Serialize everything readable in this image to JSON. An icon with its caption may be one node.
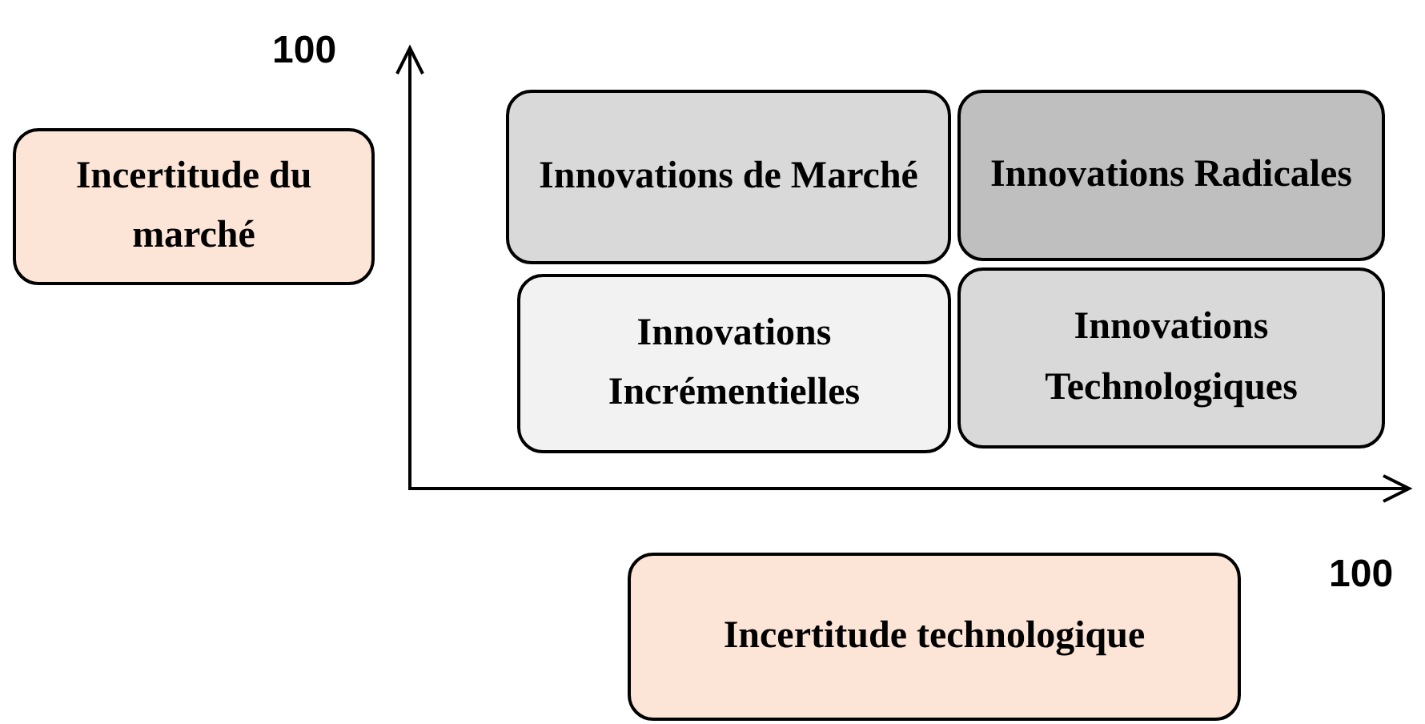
{
  "diagram": {
    "nodes": [
      {
        "text": [
          "Incertitude du marché"
        ]
      },
      {
        "text": [
          "Innovations de Marché"
        ]
      },
      {
        "text": [
          "Innovations Radicales"
        ]
      },
      {
        "text": [
          "Innovations Incrémentielles"
        ]
      },
      {
        "text": [
          "Innovations Technologiques"
        ]
      },
      {
        "text": [
          "Incertitude technologique"
        ]
      }
    ],
    "labels": [
      "100",
      "100"
    ]
  }
}
